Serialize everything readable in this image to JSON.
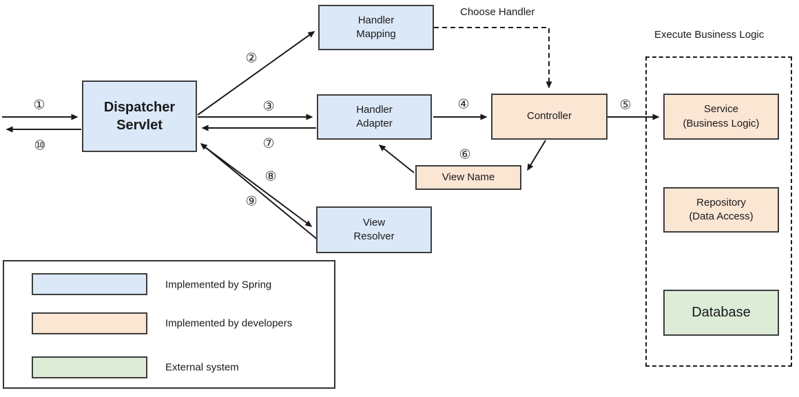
{
  "colors": {
    "spring_blue": "#dbe8f7",
    "developer_orange": "#fbe5d3",
    "external_green": "#dcecd7",
    "box_border": "#3d3d3d",
    "arrow_black": "#1a1a1a"
  },
  "nodes": {
    "dispatcher_servlet": {
      "label": "Dispatcher\nServlet"
    },
    "handler_mapping": {
      "label": "Handler\nMapping"
    },
    "handler_adapter": {
      "label": "Handler\nAdapter"
    },
    "view_resolver": {
      "label": "View\nResolver"
    },
    "controller": {
      "label": "Controller"
    },
    "view_name": {
      "label": "View Name"
    },
    "service": {
      "label": "Service\n(Business Logic)"
    },
    "repository": {
      "label": "Repository\n(Data Access)"
    },
    "database": {
      "label": "Database"
    }
  },
  "annotations": {
    "choose_handler": "Choose Handler",
    "execute_business_logic": "Execute Business Logic"
  },
  "steps": {
    "1": "①",
    "2": "②",
    "3": "③",
    "4": "④",
    "5": "⑤",
    "6": "⑥",
    "7": "⑦",
    "8": "⑧",
    "9": "⑨",
    "10": "⑩"
  },
  "legend": {
    "items": [
      {
        "label": "Implemented by Spring",
        "color": "#dbe8f7"
      },
      {
        "label": "Implemented by developers",
        "color": "#fbe5d3"
      },
      {
        "label": "External system",
        "color": "#dcecd7"
      }
    ]
  }
}
